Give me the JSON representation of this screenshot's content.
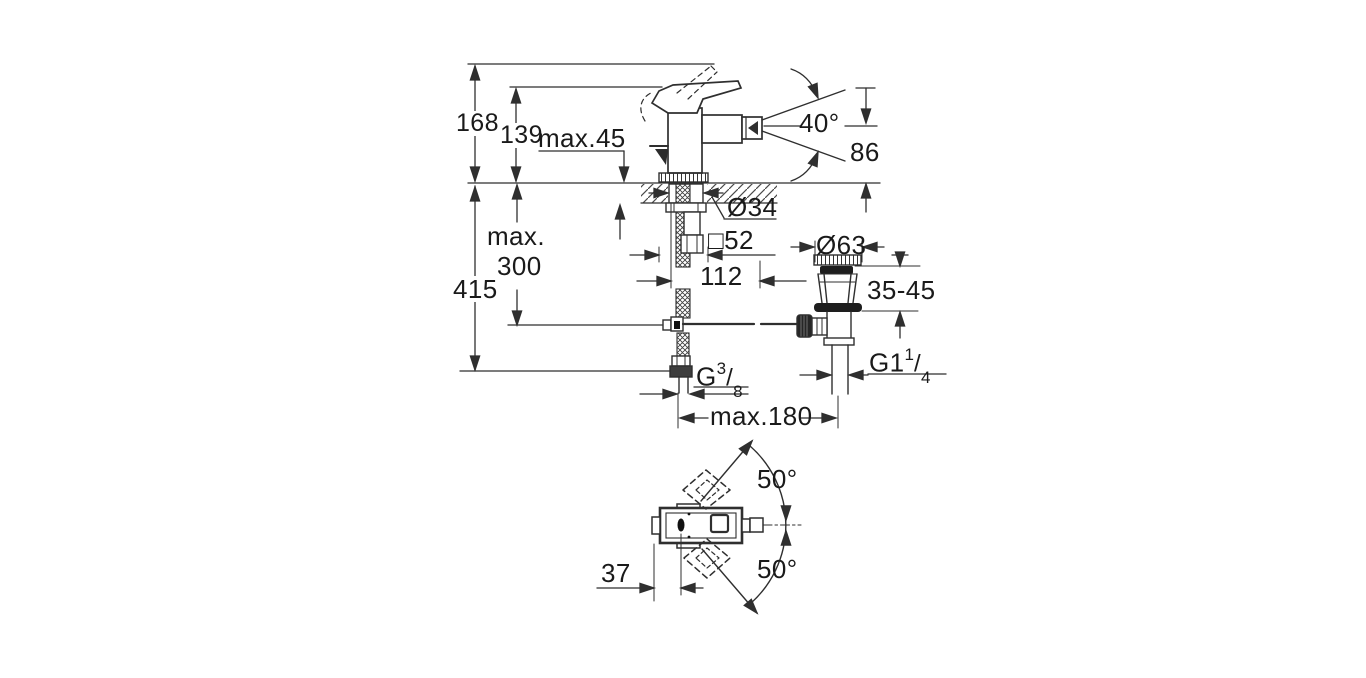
{
  "canvas": {
    "background": "#ffffff",
    "line_color": "#2f2f2f",
    "fill_dark": "#1e1e1e"
  },
  "drawing_type": "faucet-installation-dimension-drawing",
  "labels": {
    "height_total": "168",
    "height_to_handle": "139",
    "deck_thickness_max": "max.45",
    "spray_angle": "40°",
    "spout_height": "86",
    "hole_diameter": "Ø34",
    "base_square": "□52",
    "valve_flange_diameter": "Ø63",
    "valve_deck_range": "35-45",
    "spout_reach": "112",
    "hose_max_word": "max.",
    "hose_max_value": "300",
    "hose_total_length": "415",
    "supply_thread": {
      "prefix": "G",
      "sup": "3",
      "slash": "/",
      "sub": "8"
    },
    "drain_thread": {
      "prefix": "G1",
      "sup": "1",
      "slash": "/",
      "sub": "4"
    },
    "center_distance_max": "max.180",
    "swivel_angle_upper": "50°",
    "swivel_angle_lower": "50°",
    "handle_offset": "37"
  }
}
